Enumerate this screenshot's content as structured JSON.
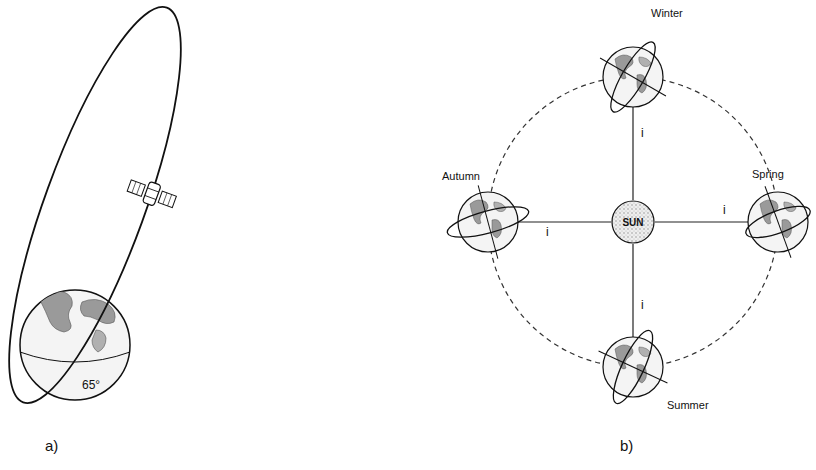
{
  "diagram": {
    "nodes": [
      {
        "text": [
          "Winter"
        ]
      },
      {
        "text": [
          "Autumn"
        ]
      },
      {
        "text": [
          "SUN"
        ]
      },
      {
        "text": [
          "Spring"
        ]
      },
      {
        "text": [
          "Summer"
        ]
      }
    ],
    "edges": [
      {
        "from": 2,
        "to": 0,
        "arrow": "none"
      },
      {
        "from": 2,
        "to": 1,
        "arrow": "none"
      },
      {
        "from": 2,
        "to": 3,
        "arrow": "none"
      },
      {
        "from": 2,
        "to": 4,
        "arrow": "none"
      }
    ],
    "labels": [
      "65°",
      "i",
      "i",
      "i",
      "i",
      "a)",
      "b)"
    ]
  }
}
